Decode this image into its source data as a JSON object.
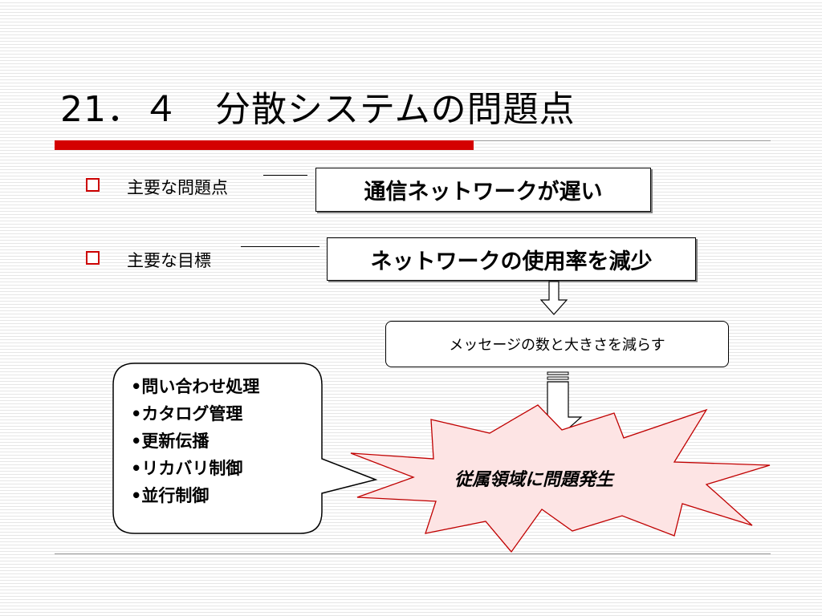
{
  "title": "21．４　分散システムの問題点",
  "bullets": [
    {
      "label": "主要な問題点",
      "box_text": "通信ネットワークが遅い"
    },
    {
      "label": "主要な目標",
      "box_text": "ネットワークの使用率を減少"
    }
  ],
  "reduce_text": "メッセージの数と大きさを減らす",
  "topics": [
    "•問い合わせ処理",
    "•カタログ管理",
    "•更新伝播",
    "•リカバリ制御",
    "•並行制御"
  ],
  "burst_text": "従属領域に問題発生",
  "colors": {
    "accent": "#d40000",
    "bullet": "#cc0000",
    "burst_fill": "#fde4e4",
    "burst_stroke": "#c00000"
  }
}
